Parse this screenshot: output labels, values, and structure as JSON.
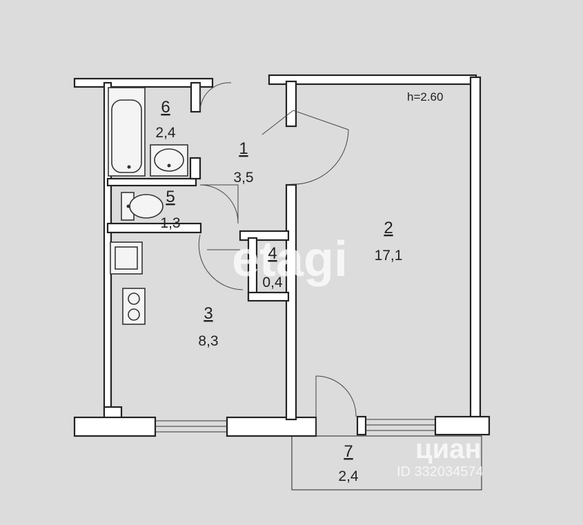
{
  "ceiling_height": "h=2.60",
  "rooms": [
    {
      "number": "1",
      "area": "3,5"
    },
    {
      "number": "2",
      "area": "17,1"
    },
    {
      "number": "3",
      "area": "8,3"
    },
    {
      "number": "4",
      "area": "0,4"
    },
    {
      "number": "5",
      "area": "1,3"
    },
    {
      "number": "6",
      "area": "2,4"
    },
    {
      "number": "7",
      "area": "2,4"
    }
  ],
  "watermarks": {
    "center": "etagi",
    "brand": "циан",
    "listing_id": "ID 332034574"
  },
  "colors": {
    "background": "#dcdcdc",
    "walls": "#ffffff",
    "lines": "#222222"
  }
}
